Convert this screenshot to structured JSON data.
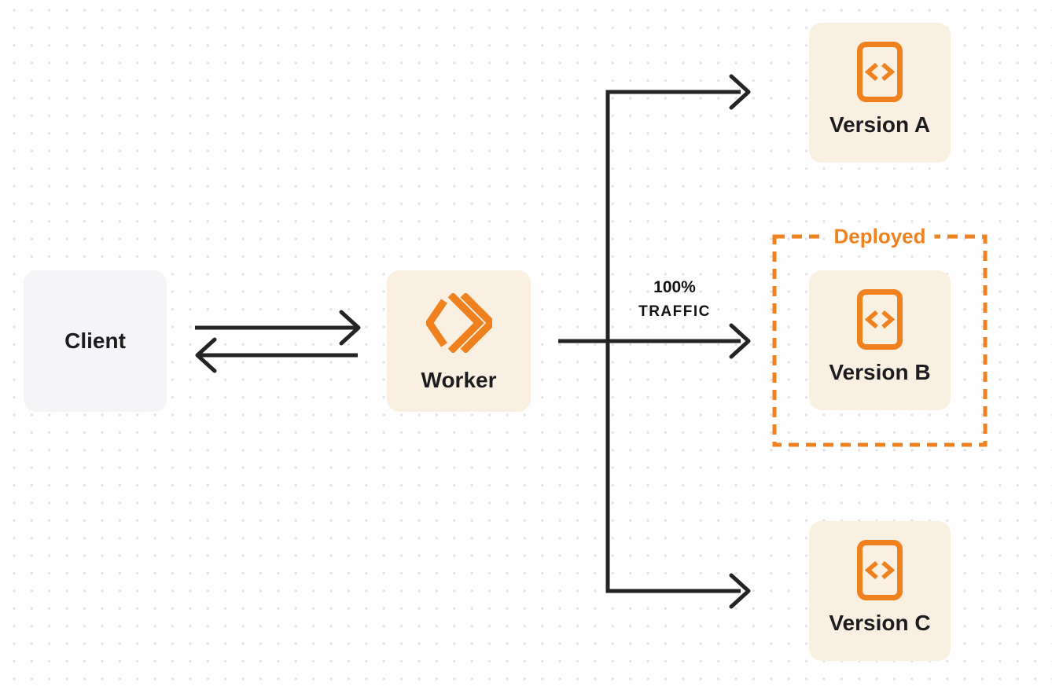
{
  "nodes": {
    "client": {
      "label": "Client"
    },
    "worker": {
      "label": "Worker"
    },
    "version_a": {
      "label": "Version A"
    },
    "version_b": {
      "label": "Version B"
    },
    "version_c": {
      "label": "Version C"
    }
  },
  "deployed_group": {
    "label": "Deployed"
  },
  "traffic_label": {
    "line1": "100%",
    "line2": "TRAFFIC"
  },
  "icons": {
    "worker_icon": "cloudflare-workers-logo-icon",
    "version_icon": "code-file-icon"
  },
  "colors": {
    "accent_orange": "#F0811F",
    "node_fill_cream": "#FAF0E2",
    "node_fill_gray": "#F5F5F7",
    "arrow_black": "#242424",
    "text_dark": "#1D1D1F",
    "background": "#FEFEFE",
    "grid_dot": "#E3E3E5"
  }
}
